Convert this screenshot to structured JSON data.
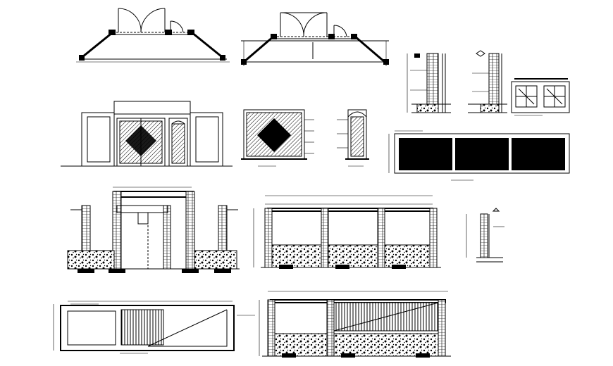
{
  "sheet": {
    "background": "#ffffff",
    "line_color": "#000000"
  },
  "views": [
    {
      "id": "gate-plan-a",
      "kind": "plan",
      "description_text": ""
    },
    {
      "id": "gate-plan-b",
      "kind": "plan",
      "description_text": ""
    },
    {
      "id": "column-section-a",
      "kind": "section"
    },
    {
      "id": "column-section-b",
      "kind": "section"
    },
    {
      "id": "window-detail",
      "kind": "detail"
    },
    {
      "id": "gate-elevation",
      "kind": "elevation"
    },
    {
      "id": "gate-leaf-detail",
      "kind": "detail"
    },
    {
      "id": "door-leaf-detail",
      "kind": "detail"
    },
    {
      "id": "fence-panel-elevation",
      "kind": "elevation"
    },
    {
      "id": "gate-section-elevation",
      "kind": "section"
    },
    {
      "id": "fence-section",
      "kind": "section"
    },
    {
      "id": "post-detail",
      "kind": "detail"
    },
    {
      "id": "sliding-gate-elevation",
      "kind": "elevation"
    },
    {
      "id": "railing-fence-section",
      "kind": "section"
    }
  ]
}
